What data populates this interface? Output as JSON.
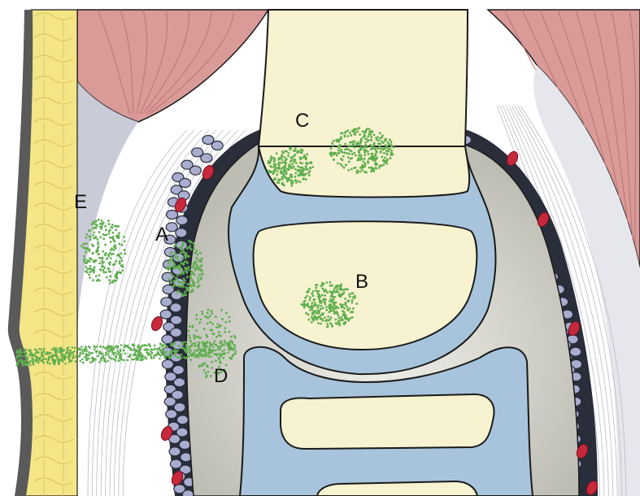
{
  "labels": {
    "a": "A",
    "b": "B",
    "c": "C",
    "d": "D",
    "e": "E"
  },
  "colors": {
    "skin": "#5a5a5a",
    "fat": "#f4e587",
    "fat_lines": "#d8c15a",
    "fascia": "#c9cbd6",
    "muscle": "#d99a98",
    "muscle_lines": "#b97472",
    "capsule_fibers": "#e6e7ec",
    "synovium_dark": "#2a2d3a",
    "synovium_cells": "#a9aed0",
    "vessel": "#c7283c",
    "joint_space": "#cdcdc4",
    "cartilage": "#a8c4dc",
    "bone": "#f7f2cf",
    "outline": "#1a1a1a",
    "bacteria": "#5fae4f"
  },
  "legend_icons": [
    "bacteria-cluster-icon"
  ]
}
